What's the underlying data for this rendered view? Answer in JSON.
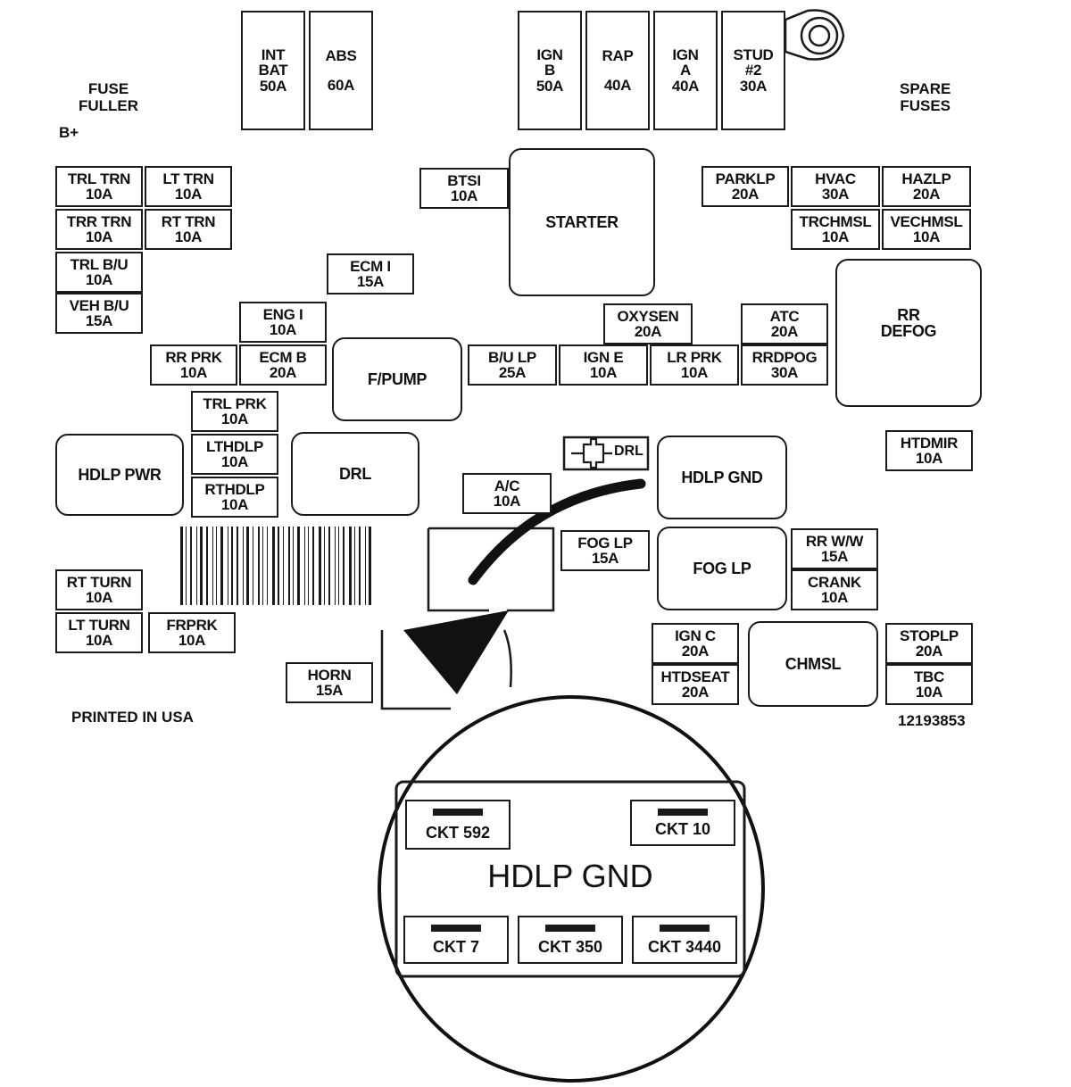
{
  "labels": {
    "fuse_puller": [
      "FUSE",
      "FULLER"
    ],
    "b_plus": "B+",
    "spare_fuses": [
      "SPARE",
      "FUSES"
    ],
    "printed": "PRINTED IN USA",
    "part_number": "12193853"
  },
  "maxi_fuses": {
    "int_bat": [
      "INT",
      "BAT",
      "50A"
    ],
    "abs": [
      "ABS",
      "60A"
    ],
    "ign_b": [
      "IGN",
      "B",
      "50A"
    ],
    "rap": [
      "RAP",
      "40A"
    ],
    "ign_a": [
      "IGN",
      "A",
      "40A"
    ],
    "stud2": [
      "STUD",
      "#2",
      "30A"
    ]
  },
  "fuses": {
    "trl_trn": [
      "TRL TRN",
      "10A"
    ],
    "lt_trn": [
      "LT TRN",
      "10A"
    ],
    "trr_trn": [
      "TRR TRN",
      "10A"
    ],
    "rt_trn": [
      "RT TRN",
      "10A"
    ],
    "trl_bu": [
      "TRL B/U",
      "10A"
    ],
    "veh_bu": [
      "VEH B/U",
      "15A"
    ],
    "btsi": [
      "BTSI",
      "10A"
    ],
    "ecm_i": [
      "ECM I",
      "15A"
    ],
    "eng_i": [
      "ENG I",
      "10A"
    ],
    "rr_prk": [
      "RR PRK",
      "10A"
    ],
    "ecm_b": [
      "ECM B",
      "20A"
    ],
    "trl_prk": [
      "TRL PRK",
      "10A"
    ],
    "lthdlp": [
      "LTHDLP",
      "10A"
    ],
    "rthdlp": [
      "RTHDLP",
      "10A"
    ],
    "parklp": [
      "PARKLP",
      "20A"
    ],
    "hvac": [
      "HVAC",
      "30A"
    ],
    "hazlp": [
      "HAZLP",
      "20A"
    ],
    "trchmsl": [
      "TRCHMSL",
      "10A"
    ],
    "vechmsl": [
      "VECHMSL",
      "10A"
    ],
    "oxysen": [
      "OXYSEN",
      "20A"
    ],
    "atc": [
      "ATC",
      "20A"
    ],
    "bu_lp": [
      "B/U LP",
      "25A"
    ],
    "ign_e": [
      "IGN E",
      "10A"
    ],
    "lr_prk": [
      "LR PRK",
      "10A"
    ],
    "rrdpog": [
      "RRDPOG",
      "30A"
    ],
    "htdmir": [
      "HTDMIR",
      "10A"
    ],
    "ac": [
      "A/C",
      "10A"
    ],
    "fog_lp_fuse": [
      "FOG LP",
      "15A"
    ],
    "rr_ww": [
      "RR W/W",
      "15A"
    ],
    "crank": [
      "CRANK",
      "10A"
    ],
    "rt_turn": [
      "RT TURN",
      "10A"
    ],
    "lt_turn": [
      "LT TURN",
      "10A"
    ],
    "frprk": [
      "FRPRK",
      "10A"
    ],
    "horn": [
      "HORN",
      "15A"
    ],
    "ign_c": [
      "IGN C",
      "20A"
    ],
    "htdseat": [
      "HTDSEAT",
      "20A"
    ],
    "stoplp": [
      "STOPLP",
      "20A"
    ],
    "tbc": [
      "TBC",
      "10A"
    ]
  },
  "relays": {
    "starter": "STARTER",
    "rr_defog": [
      "RR",
      "DEFOG"
    ],
    "f_pump": "F/PUMP",
    "hdlp_pwr": "HDLP PWR",
    "drl": "DRL",
    "hdlp_gnd": "HDLP GND",
    "fog_lp": "FOG LP",
    "chmsl": "CHMSL"
  },
  "drl_diode": "DRL",
  "detail": {
    "title": "HDLP GND",
    "circuits": [
      "CKT 592",
      "CKT 10",
      "CKT 7",
      "CKT 350",
      "CKT 3440"
    ]
  }
}
